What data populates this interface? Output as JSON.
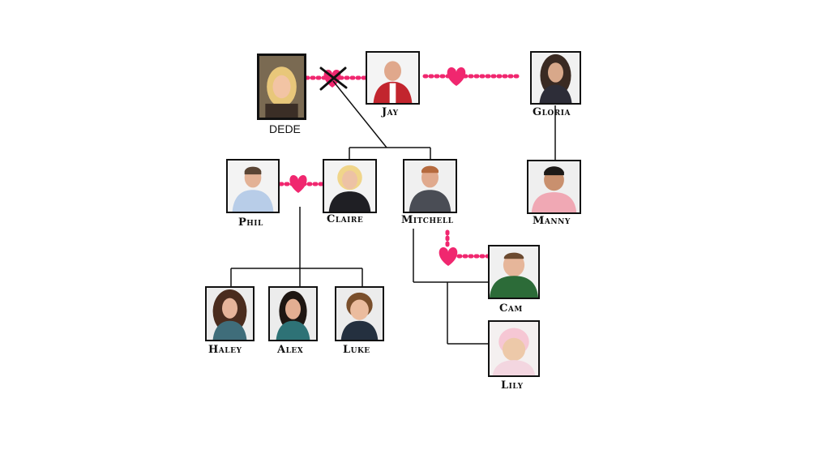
{
  "people": {
    "dede": "DEDE",
    "jay": "Jay",
    "gloria": "Gloria",
    "phil": "Phil",
    "claire": "Claire",
    "mitchell": "Mitchell",
    "manny": "Manny",
    "cam": "Cam",
    "haley": "Haley",
    "alex": "Alex",
    "luke": "Luke",
    "lily": "Lily"
  },
  "colors": {
    "heart": "#f0276f",
    "line": "#111111",
    "cross": "#111111"
  },
  "icons": {
    "marriage": "heart-icon",
    "divorce": "cross-icon"
  }
}
